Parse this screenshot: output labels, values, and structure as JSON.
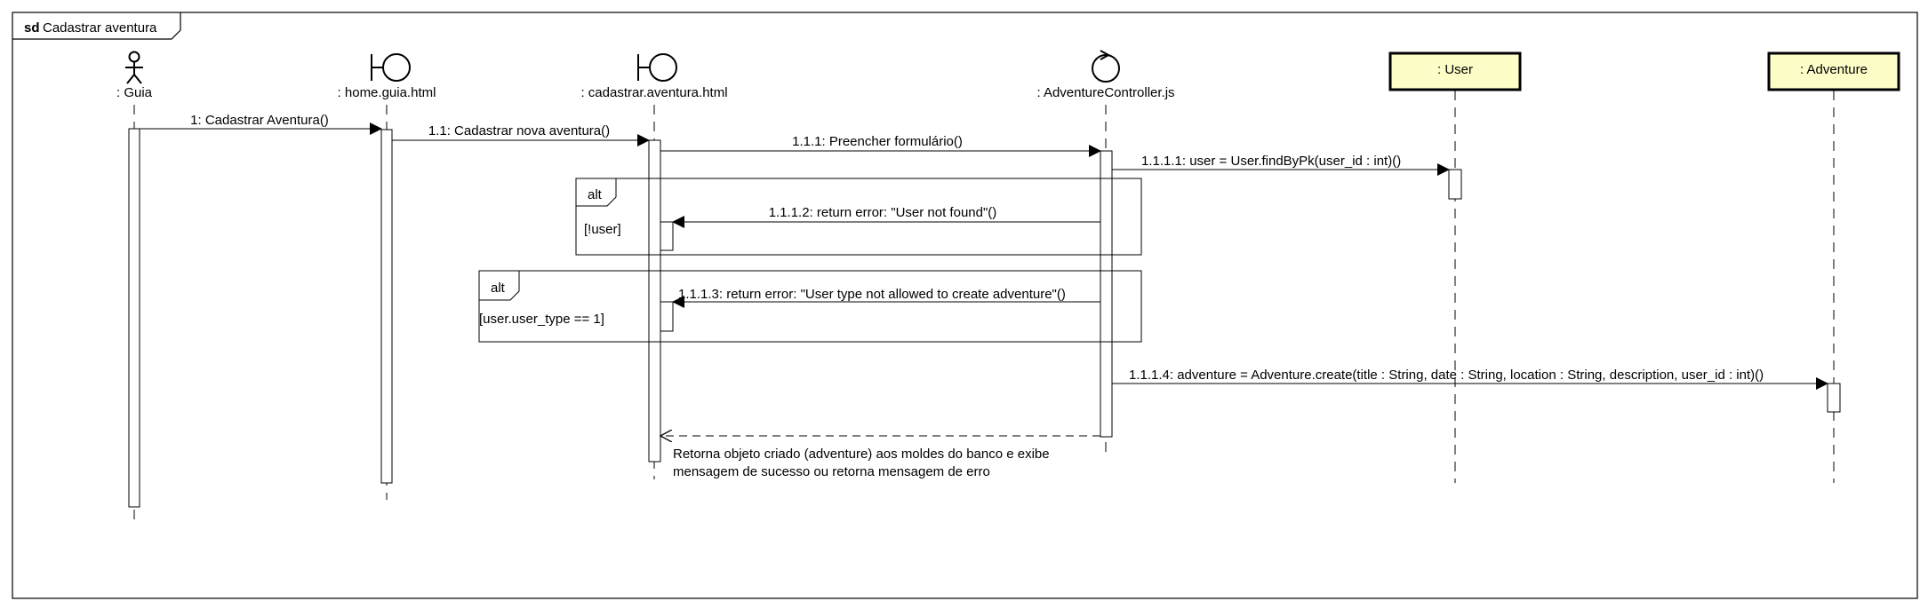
{
  "frame": {
    "keyword": "sd",
    "title": "Cadastrar aventura"
  },
  "colors": {
    "line": "#000000",
    "class_box_fill": "#fdfdc8",
    "background": "#ffffff"
  },
  "lifelines": [
    {
      "kind": "actor",
      "icon": "actor-icon",
      "label": ": Guia"
    },
    {
      "kind": "boundary",
      "icon": "boundary-icon",
      "label": ": home.guia.html"
    },
    {
      "kind": "boundary",
      "icon": "boundary-icon",
      "label": ": cadastrar.aventura.html"
    },
    {
      "kind": "control",
      "icon": "control-icon",
      "label": ": AdventureController.js"
    },
    {
      "kind": "entity-box",
      "label": ": User"
    },
    {
      "kind": "entity-box",
      "label": ": Adventure"
    }
  ],
  "messages": [
    {
      "label": "1: Cadastrar Aventura()",
      "from": ": Guia",
      "to": ": home.guia.html",
      "type": "sync"
    },
    {
      "label": "1.1: Cadastrar nova aventura()",
      "from": ": home.guia.html",
      "to": ": cadastrar.aventura.html",
      "type": "sync"
    },
    {
      "label": "1.1.1: Preencher formulário()",
      "from": ": cadastrar.aventura.html",
      "to": ": AdventureController.js",
      "type": "sync"
    },
    {
      "label": "1.1.1.1: user = User.findByPk(user_id : int)()",
      "from": ": AdventureController.js",
      "to": ": User",
      "type": "sync"
    },
    {
      "label": "1.1.1.2: return error: \"User not found\"()",
      "from": ": AdventureController.js",
      "to": ": cadastrar.aventura.html",
      "type": "sync"
    },
    {
      "label": "1.1.1.3: return error: \"User type not allowed to create adventure\"()",
      "from": ": AdventureController.js",
      "to": ": cadastrar.aventura.html",
      "type": "sync"
    },
    {
      "label": "1.1.1.4: adventure = Adventure.create(title : String, date : String, location : String, description, user_id : int)()",
      "from": ": AdventureController.js",
      "to": ": Adventure",
      "type": "sync"
    },
    {
      "label_lines": [
        "Retorna objeto criado (adventure) aos moldes do banco e exibe",
        "mensagem de sucesso ou retorna mensagem de erro"
      ],
      "from": ": AdventureController.js",
      "to": ": cadastrar.aventura.html",
      "type": "return"
    }
  ],
  "fragments": [
    {
      "operator": "alt",
      "guard": "[!user]"
    },
    {
      "operator": "alt",
      "guard": "[user.user_type == 1]"
    }
  ]
}
